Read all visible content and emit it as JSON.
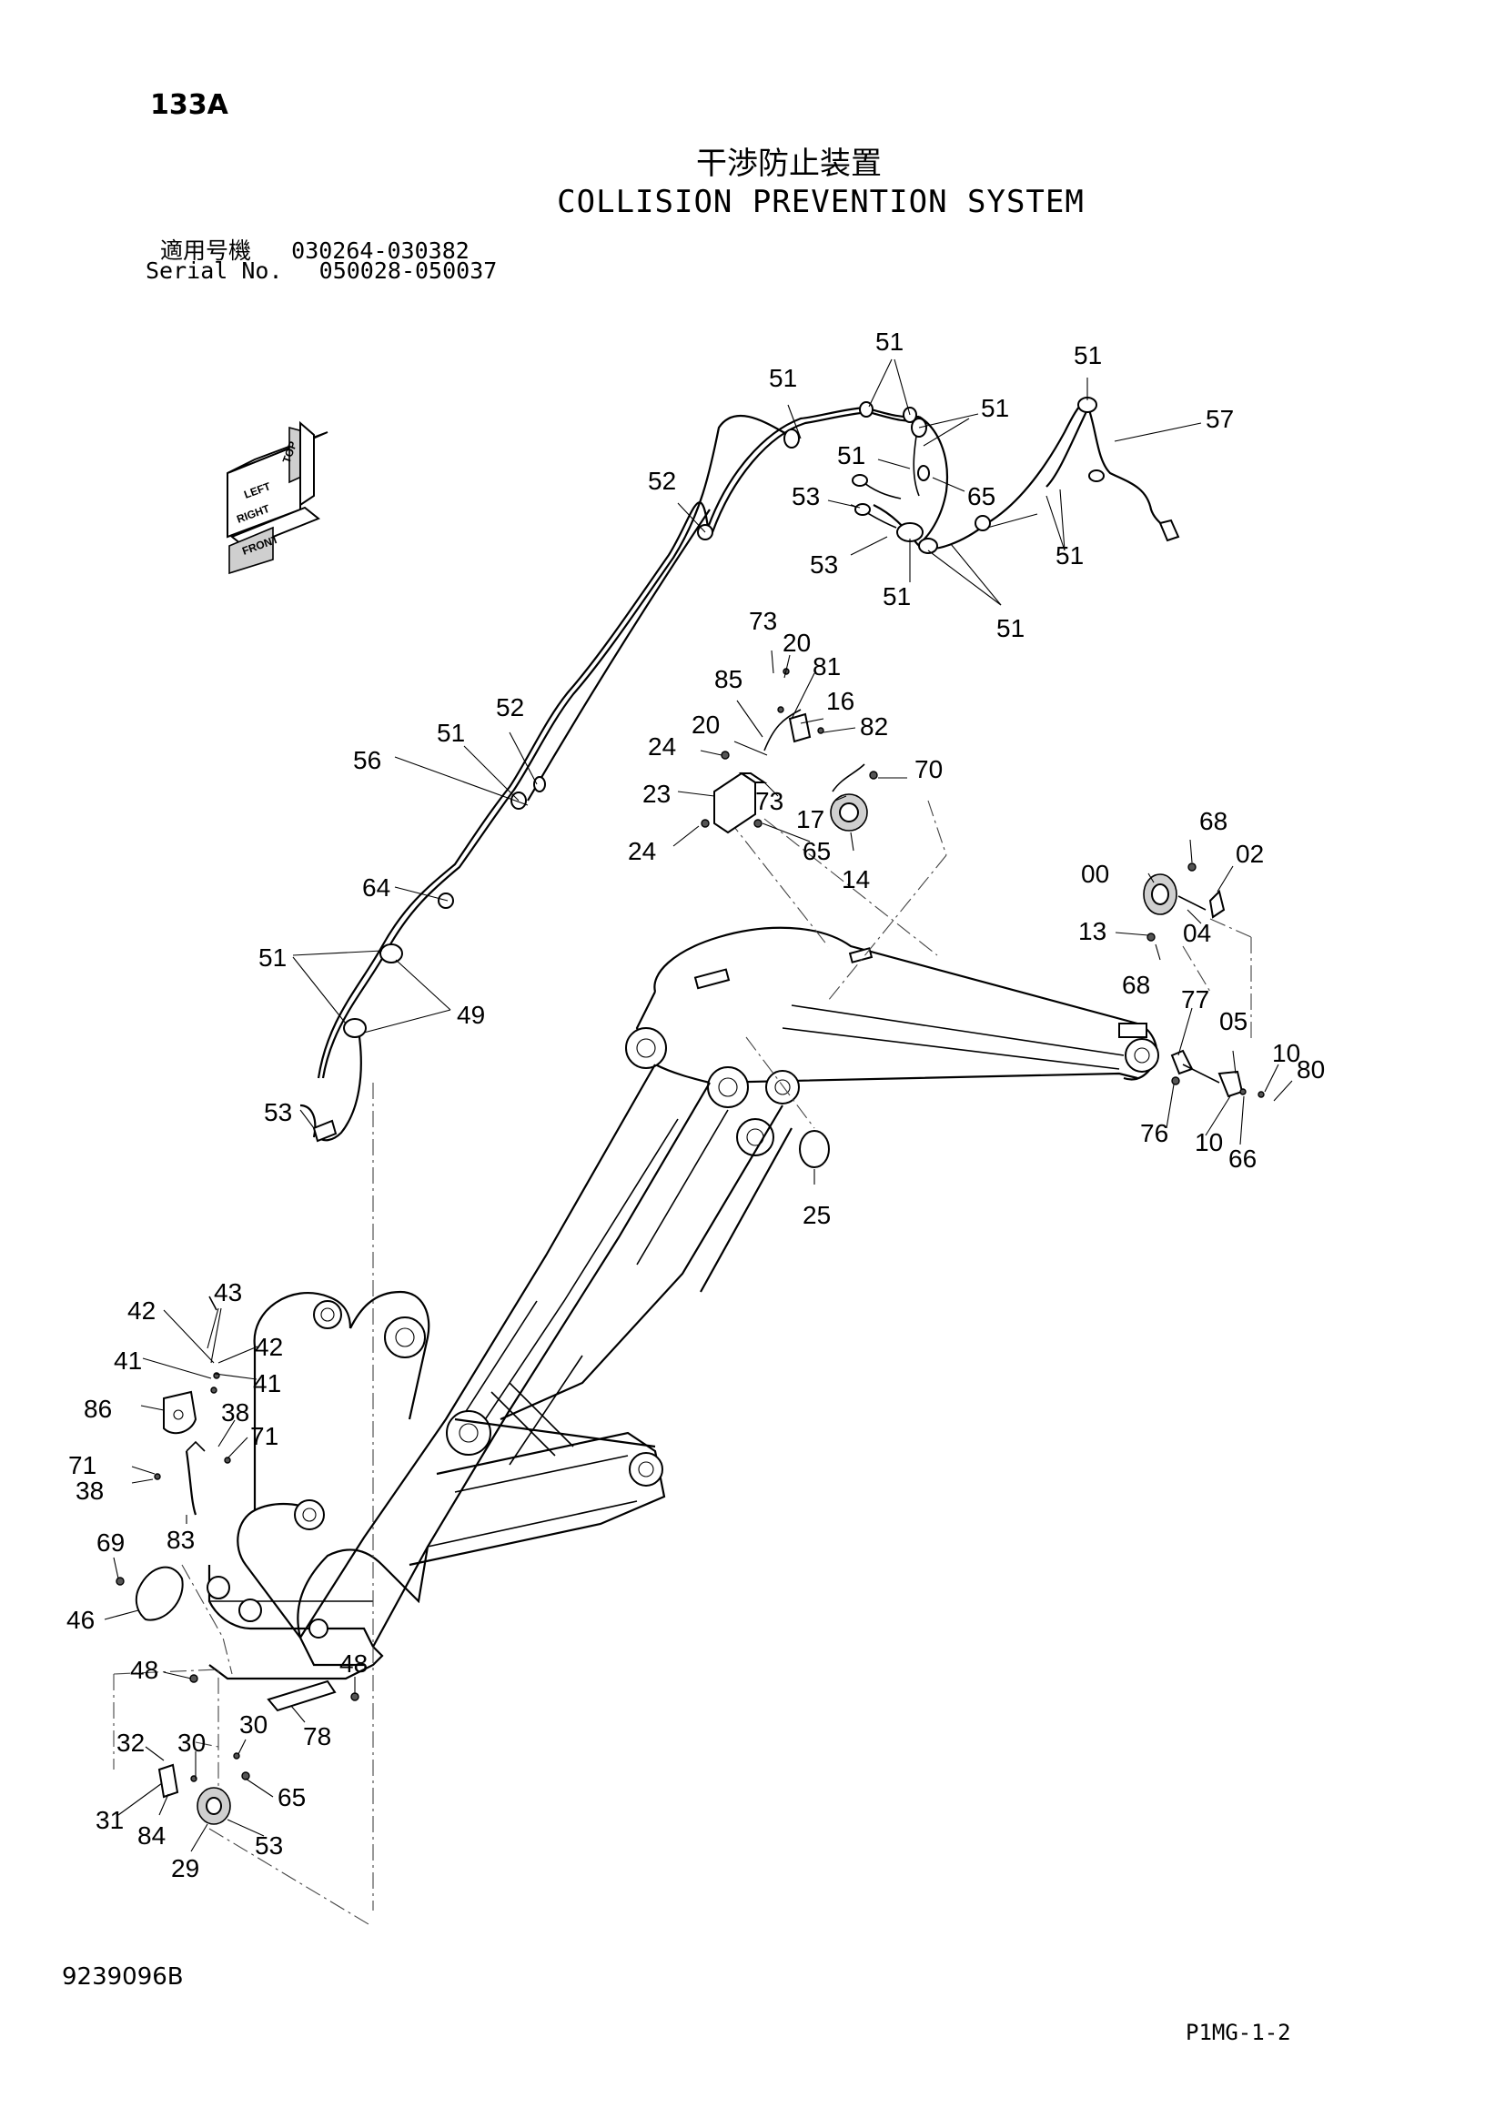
{
  "page_number": "133A",
  "title_jp": "干渉防止装置",
  "title_en": "COLLISION PREVENTION SYSTEM",
  "serial": [
    {
      "label": "適用号機",
      "range": "030264-030382"
    },
    {
      "label": "Serial No.",
      "range": "050028-050037"
    }
  ],
  "orientation": {
    "top": "TOP",
    "left": "LEFT",
    "right": "RIGHT",
    "front": "FRONT"
  },
  "doc_code": "9239096B",
  "page_code": "P1MG-1-2",
  "parts": [
    {
      "id": "p51_a",
      "text": "51"
    },
    {
      "id": "p51_b",
      "text": "51"
    },
    {
      "id": "p51_c",
      "text": "51"
    },
    {
      "id": "p51_d",
      "text": "51"
    },
    {
      "id": "p57",
      "text": "57"
    },
    {
      "id": "p52_a",
      "text": "52"
    },
    {
      "id": "p51_e",
      "text": "51"
    },
    {
      "id": "p53_a",
      "text": "53"
    },
    {
      "id": "p65_a",
      "text": "65"
    },
    {
      "id": "p53_b",
      "text": "53"
    },
    {
      "id": "p51_f",
      "text": "51"
    },
    {
      "id": "p51_g",
      "text": "51"
    },
    {
      "id": "p51_h",
      "text": "51"
    },
    {
      "id": "p73_a",
      "text": "73"
    },
    {
      "id": "p20_a",
      "text": "20"
    },
    {
      "id": "p81",
      "text": "81"
    },
    {
      "id": "p85",
      "text": "85"
    },
    {
      "id": "p16",
      "text": "16"
    },
    {
      "id": "p20_b",
      "text": "20"
    },
    {
      "id": "p82",
      "text": "82"
    },
    {
      "id": "p24_a",
      "text": "24"
    },
    {
      "id": "p70",
      "text": "70"
    },
    {
      "id": "p23",
      "text": "23"
    },
    {
      "id": "p73_b",
      "text": "73"
    },
    {
      "id": "p17",
      "text": "17"
    },
    {
      "id": "p24_b",
      "text": "24"
    },
    {
      "id": "p65_b",
      "text": "65"
    },
    {
      "id": "p14",
      "text": "14"
    },
    {
      "id": "p51_i",
      "text": "51"
    },
    {
      "id": "p52_b",
      "text": "52"
    },
    {
      "id": "p56",
      "text": "56"
    },
    {
      "id": "p64",
      "text": "64"
    },
    {
      "id": "p51_j",
      "text": "51"
    },
    {
      "id": "p49",
      "text": "49"
    },
    {
      "id": "p53_c",
      "text": "53"
    },
    {
      "id": "p68_a",
      "text": "68"
    },
    {
      "id": "p00",
      "text": "00"
    },
    {
      "id": "p02",
      "text": "02"
    },
    {
      "id": "p13",
      "text": "13"
    },
    {
      "id": "p04",
      "text": "04"
    },
    {
      "id": "p68_b",
      "text": "68"
    },
    {
      "id": "p77",
      "text": "77"
    },
    {
      "id": "p05",
      "text": "05"
    },
    {
      "id": "p10_a",
      "text": "10"
    },
    {
      "id": "p80",
      "text": "80"
    },
    {
      "id": "p76",
      "text": "76"
    },
    {
      "id": "p10_b",
      "text": "10"
    },
    {
      "id": "p66",
      "text": "66"
    },
    {
      "id": "p25",
      "text": "25"
    },
    {
      "id": "p43",
      "text": "43"
    },
    {
      "id": "p42_a",
      "text": "42"
    },
    {
      "id": "p42_b",
      "text": "42"
    },
    {
      "id": "p41_a",
      "text": "41"
    },
    {
      "id": "p41_b",
      "text": "41"
    },
    {
      "id": "p86",
      "text": "86"
    },
    {
      "id": "p38_a",
      "text": "38"
    },
    {
      "id": "p71_a",
      "text": "71"
    },
    {
      "id": "p71_b",
      "text": "71"
    },
    {
      "id": "p38_b",
      "text": "38"
    },
    {
      "id": "p83",
      "text": "83"
    },
    {
      "id": "p69",
      "text": "69"
    },
    {
      "id": "p46",
      "text": "46"
    },
    {
      "id": "p48_a",
      "text": "48"
    },
    {
      "id": "p48_b",
      "text": "48"
    },
    {
      "id": "p78",
      "text": "78"
    },
    {
      "id": "p32",
      "text": "32"
    },
    {
      "id": "p30_a",
      "text": "30"
    },
    {
      "id": "p30_b",
      "text": "30"
    },
    {
      "id": "p65_c",
      "text": "65"
    },
    {
      "id": "p31",
      "text": "31"
    },
    {
      "id": "p84",
      "text": "84"
    },
    {
      "id": "p53_d",
      "text": "53"
    },
    {
      "id": "p29",
      "text": "29"
    }
  ]
}
